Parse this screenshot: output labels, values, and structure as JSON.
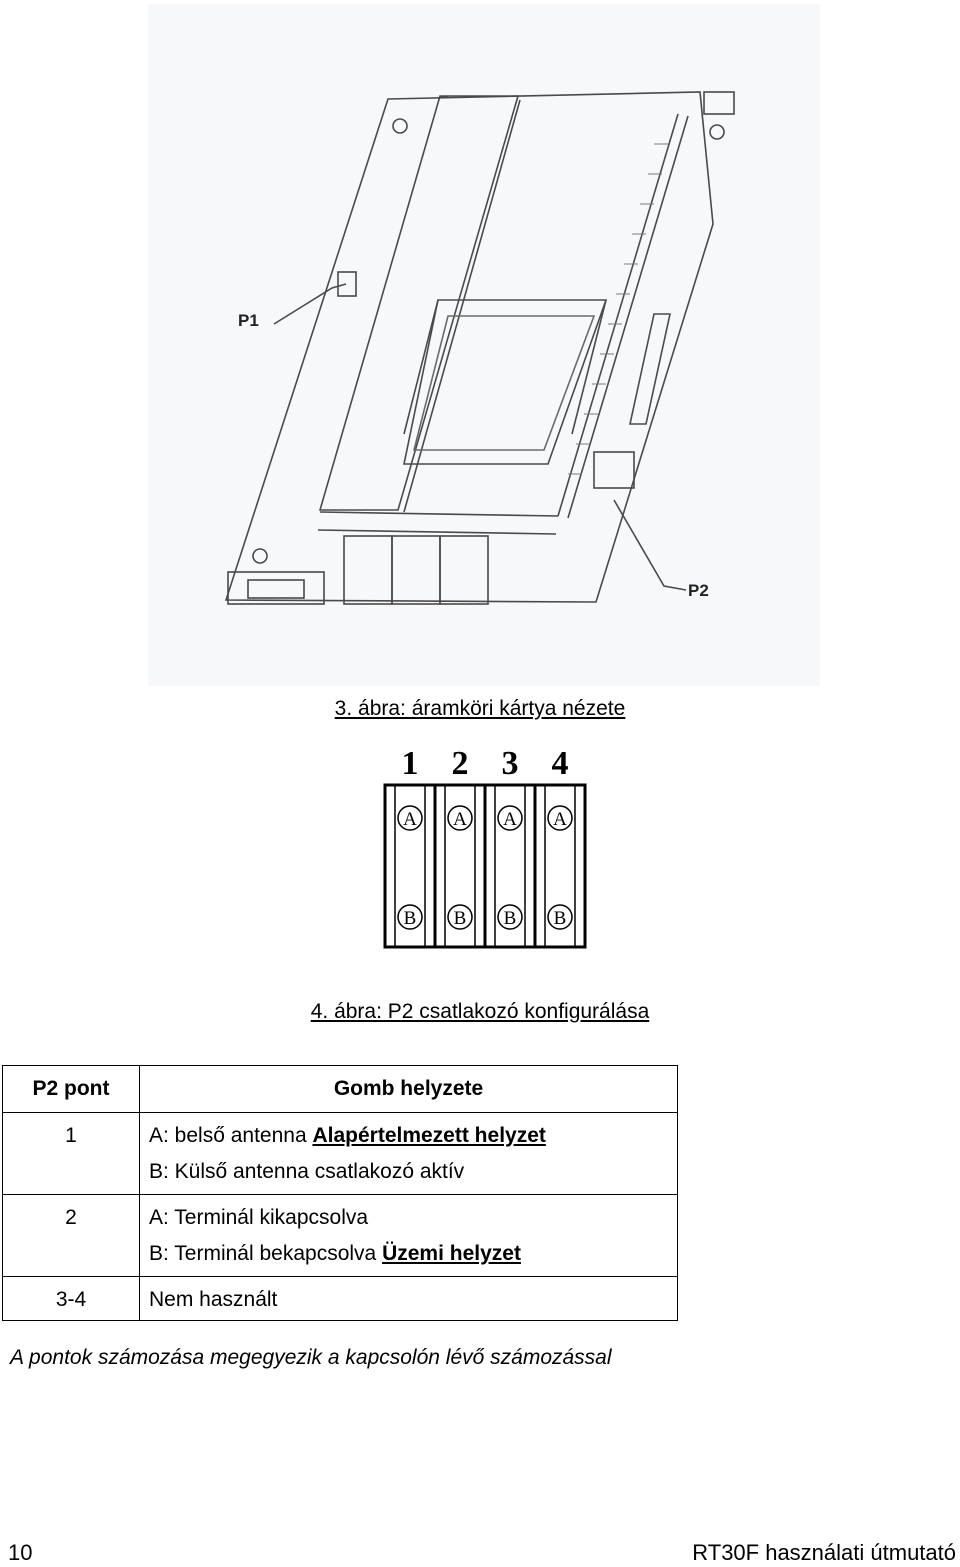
{
  "figure3": {
    "labels": {
      "p1": "P1",
      "p2": "P2"
    },
    "caption": "3. ábra: áramköri kártya nézete"
  },
  "figure4": {
    "switch": {
      "numbers": [
        "1",
        "2",
        "3",
        "4"
      ],
      "top_letter": "A",
      "bottom_letter": "B"
    },
    "caption": "4. ábra: P2 csatlakozó konfigurálása"
  },
  "table": {
    "headers": {
      "point": "P2 pont",
      "position": "Gomb helyzete"
    },
    "rows": [
      {
        "point": "1",
        "line1_prefix": "A: belső antenna ",
        "line1_emph": "Alapértelmezett helyzet",
        "line2_prefix": "B: Külső antenna csatlakozó aktív",
        "line2_emph": ""
      },
      {
        "point": "2",
        "line1_prefix": "A: Terminál kikapcsolva",
        "line1_emph": "",
        "line2_prefix": "B: Terminál bekapcsolva ",
        "line2_emph": "Üzemi helyzet"
      },
      {
        "point": "3-4",
        "line1_prefix": "Nem használt",
        "line1_emph": ""
      }
    ],
    "note": "A pontok számozása megegyezik a kapcsolón lévő számozással"
  },
  "footer": {
    "page_number": "10",
    "document_title": "RT30F használati útmutató"
  }
}
